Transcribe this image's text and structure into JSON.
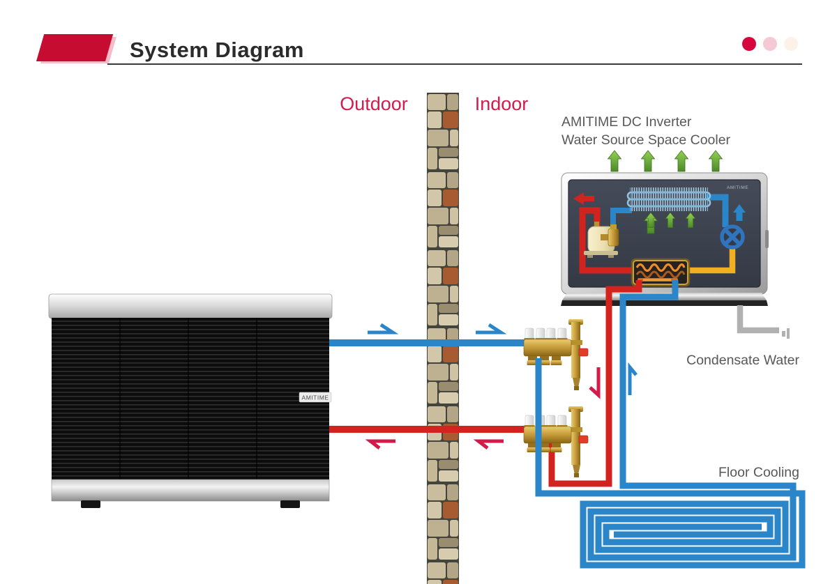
{
  "header": {
    "title": "System Diagram",
    "dots": [
      "#d5073c",
      "#f4c9d4",
      "#fcf2e8"
    ]
  },
  "zones": {
    "outdoor": "Outdoor",
    "indoor": "Indoor"
  },
  "indoor_unit": {
    "title_line1": "AMITIME DC Inverter",
    "title_line2": "Water Source Space Cooler",
    "logo": "AMITIME"
  },
  "outdoor_unit": {
    "brand": "AMITIME"
  },
  "annotations": {
    "condensate": "Condensate Water",
    "floor_cooling": "Floor Cooling"
  },
  "colors": {
    "accent_red": "#c60c30",
    "header_shadow_pink": "#f5bcc9",
    "zone_label_red": "#d21c4c",
    "label_gray": "#595757",
    "pipe_hot": "#d2231f",
    "pipe_cold": "#2a86c8",
    "pipe_condensate": "#b1b1b1",
    "pipe_capillary_yellow": "#f1b022",
    "flow_arrow_crimson": "#d41a4a",
    "flow_arrow_blue": "#2a86c8",
    "airflow_green": "#5e9c33",
    "manifold_brass": "#c49a3a",
    "valve_handle_red": "#e23d28"
  }
}
